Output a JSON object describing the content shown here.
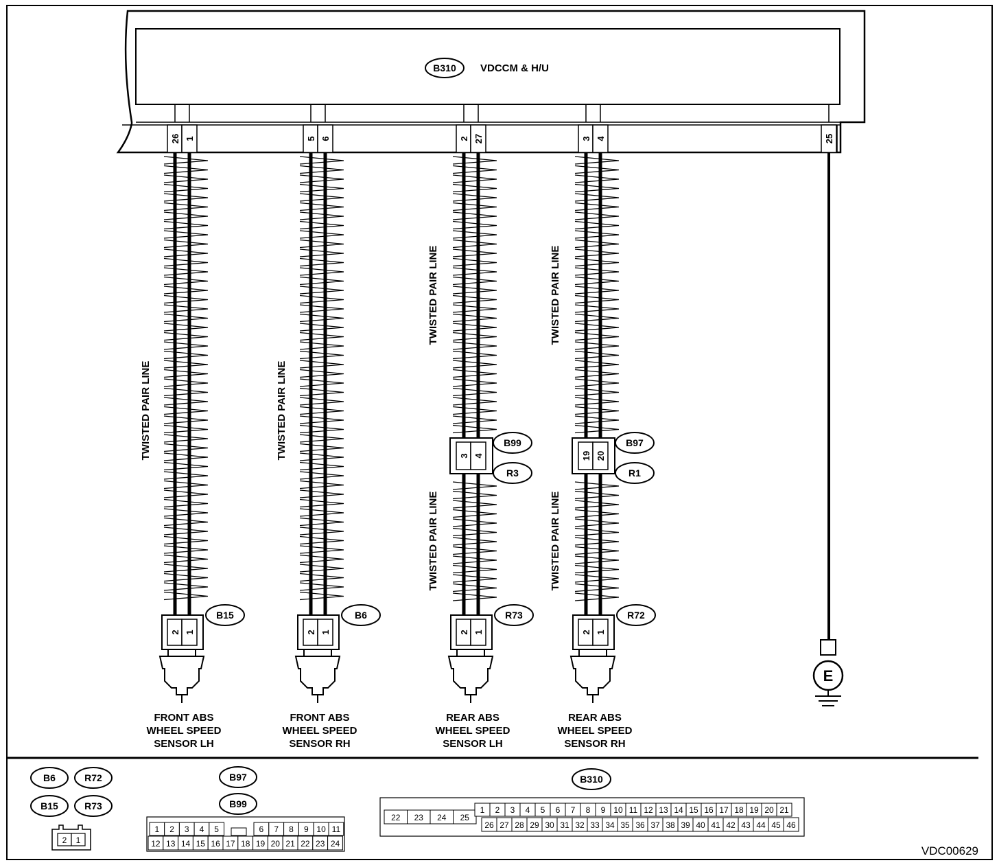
{
  "module": {
    "connector": "B310",
    "name": "VDCCM & H/U"
  },
  "branches": [
    {
      "pins": [
        "26",
        "1"
      ],
      "twisted_label": "TWISTED PAIR LINE",
      "sensor_connector": "B15",
      "sensor_pins": [
        "2",
        "1"
      ],
      "sensor_label": [
        "FRONT ABS",
        "WHEEL SPEED",
        "SENSOR LH"
      ]
    },
    {
      "pins": [
        "5",
        "6"
      ],
      "twisted_label": "TWISTED PAIR LINE",
      "sensor_connector": "B6",
      "sensor_pins": [
        "2",
        "1"
      ],
      "sensor_label": [
        "FRONT ABS",
        "WHEEL SPEED",
        "SENSOR RH"
      ]
    },
    {
      "pins": [
        "2",
        "27"
      ],
      "twisted_label": "TWISTED PAIR LINE",
      "joint": {
        "pins": [
          "3",
          "4"
        ],
        "upper": "B99",
        "lower": "R3"
      },
      "lower_twisted_label": "TWISTED PAIR LINE",
      "sensor_connector": "R73",
      "sensor_pins": [
        "2",
        "1"
      ],
      "sensor_label": [
        "REAR ABS",
        "WHEEL SPEED",
        "SENSOR LH"
      ]
    },
    {
      "pins": [
        "3",
        "4"
      ],
      "twisted_label": "TWISTED PAIR LINE",
      "joint": {
        "pins": [
          "19",
          "20"
        ],
        "upper": "B97",
        "lower": "R1"
      },
      "lower_twisted_label": "TWISTED PAIR LINE",
      "sensor_connector": "R72",
      "sensor_pins": [
        "2",
        "1"
      ],
      "sensor_label": [
        "REAR ABS",
        "WHEEL SPEED",
        "SENSOR RH"
      ]
    }
  ],
  "ground": {
    "pin": "25",
    "symbol": "E"
  },
  "legend": {
    "sensor_connectors": [
      "B6",
      "R72",
      "B15",
      "R73"
    ],
    "sensor_pins": [
      "2",
      "1"
    ],
    "joint_connectors": [
      "B97",
      "B99"
    ],
    "joint_rows": [
      [
        "1",
        "2",
        "3",
        "4",
        "5",
        "6",
        "7",
        "8",
        "9",
        "10",
        "11"
      ],
      [
        "12",
        "13",
        "14",
        "15",
        "16",
        "17",
        "18",
        "19",
        "20",
        "21",
        "22",
        "23",
        "24"
      ]
    ],
    "module_connector": "B310",
    "module_left_pins": [
      "22",
      "23",
      "24",
      "25"
    ],
    "module_rows": [
      [
        "1",
        "2",
        "3",
        "4",
        "5",
        "6",
        "7",
        "8",
        "9",
        "10",
        "11",
        "12",
        "13",
        "14",
        "15",
        "16",
        "17",
        "18",
        "19",
        "20",
        "21"
      ],
      [
        "26",
        "27",
        "28",
        "29",
        "30",
        "31",
        "32",
        "33",
        "34",
        "35",
        "36",
        "37",
        "38",
        "39",
        "40",
        "41",
        "42",
        "43",
        "44",
        "45",
        "46"
      ]
    ]
  },
  "figure_code": "VDC00629"
}
